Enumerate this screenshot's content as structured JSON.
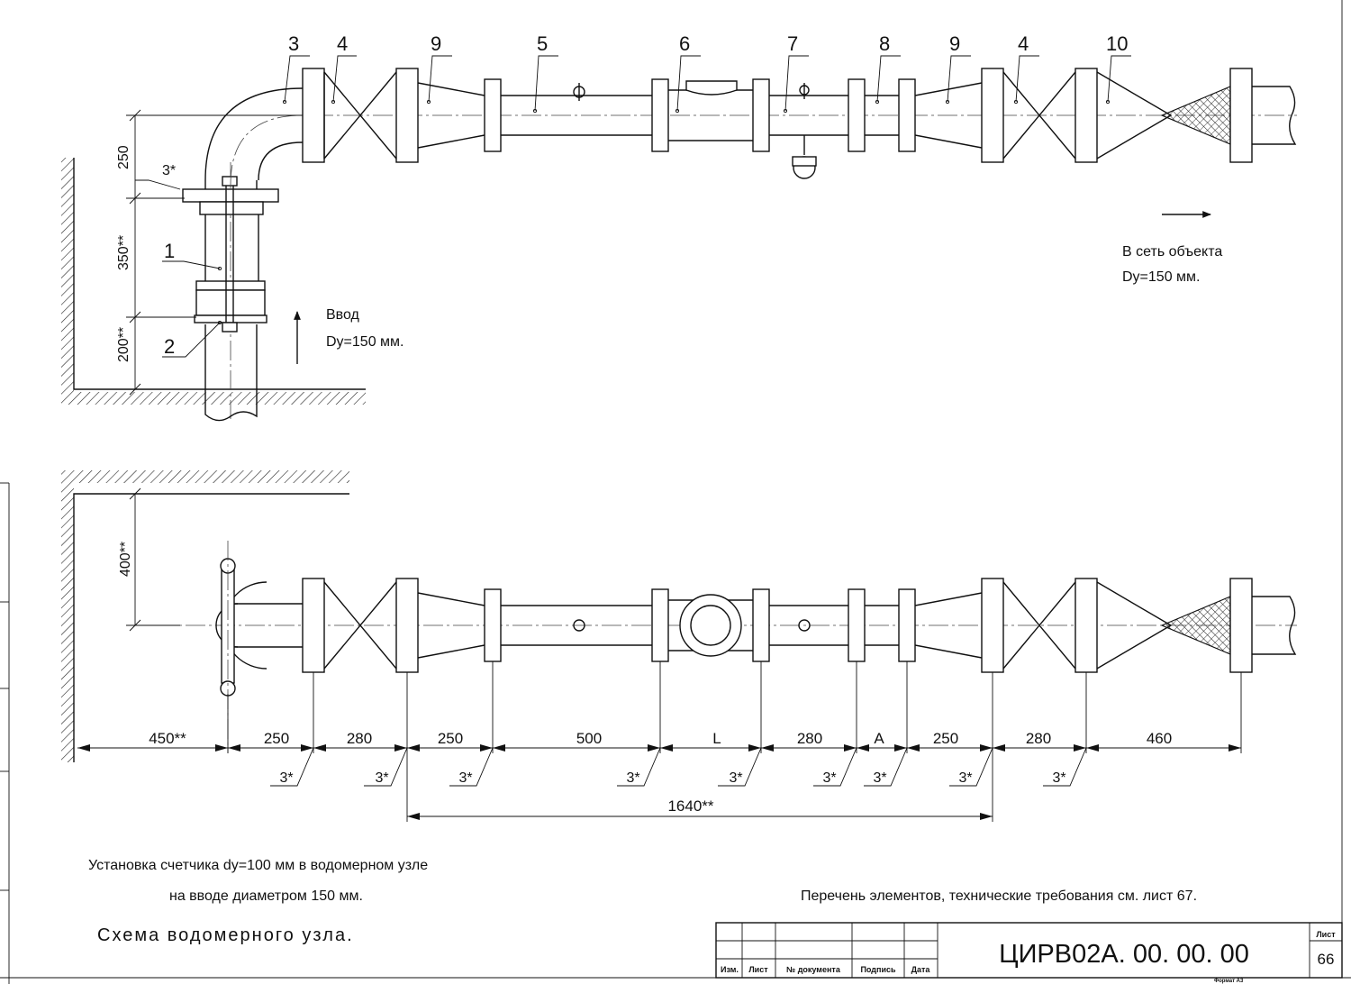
{
  "top_view": {
    "item_labels": [
      "3",
      "4",
      "9",
      "5",
      "6",
      "7",
      "8",
      "9",
      "4",
      "10"
    ],
    "small_labels": [
      "1",
      "2"
    ],
    "vertical_dims": [
      "250",
      "350**",
      "200**"
    ],
    "gasket_label": "3*",
    "inlet_title": "Ввод",
    "inlet_size": "Dy=150 мм.",
    "outlet_title": "В сеть объекта",
    "outlet_size": "Dy=150 мм."
  },
  "side_view": {
    "wall_dim": "400**",
    "dims": [
      "450**",
      "250",
      "280",
      "250",
      "500",
      "L",
      "280",
      "A",
      "250",
      "280",
      "460"
    ],
    "gasket_labels": [
      "3*",
      "3*",
      "3*",
      "3*",
      "3*",
      "3*",
      "3*",
      "3*",
      "3*"
    ],
    "overall_dim": "1640**"
  },
  "notes": {
    "install_line1": "Установка счетчика dy=100 мм в водомерном узле",
    "install_line2": "на вводе диаметром 150 мм.",
    "elements_ref": "Перечень элементов, технические требования см. лист 67.",
    "scheme_title": "Схема водомерного узла."
  },
  "title_block": {
    "doc_code": "ЦИРВ02А. 00. 00. 00",
    "sheet_label": "Лист",
    "sheet_number": "66",
    "columns": [
      "Изм.",
      "Лист",
      "№ документа",
      "Подпись",
      "Дата"
    ],
    "format": "Формат А3"
  }
}
